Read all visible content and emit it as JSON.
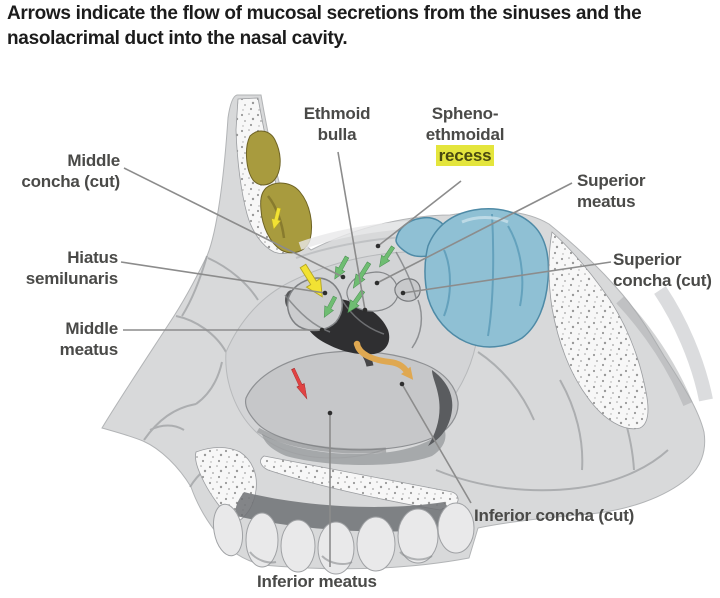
{
  "caption": {
    "line1": "Arrows indicate the flow of mucosal secretions from the sinuses and the",
    "line2": "nasolacrimal duct into the nasal cavity."
  },
  "labels": {
    "middle_concha": "Middle concha (cut)",
    "hiatus_semilunaris": "Hiatus semilunaris",
    "middle_meatus": "Middle meatus",
    "ethmoid_bulla": "Ethmoid bulla",
    "sphenoethmoidal_recess": {
      "text": "Spheno-ethmoidal",
      "highlight": "recess"
    },
    "superior_meatus": "Superior meatus",
    "superior_concha": "Superior concha (cut)",
    "inferior_concha": "Inferior concha (cut)",
    "inferior_meatus": "Inferior meatus"
  },
  "colors": {
    "recess_highlight": "#e4e53c",
    "yellow_arrow": "#f2e233",
    "green_arrow": "#6fbd72",
    "orange_arrow": "#dfa851",
    "red_arrow": "#e04343",
    "sphenoid_sinus": "#8fc0d4",
    "frontal_sinus": "#a89b3e",
    "label_text": "#4a4a48",
    "leader_line": "#8c8c8c"
  }
}
